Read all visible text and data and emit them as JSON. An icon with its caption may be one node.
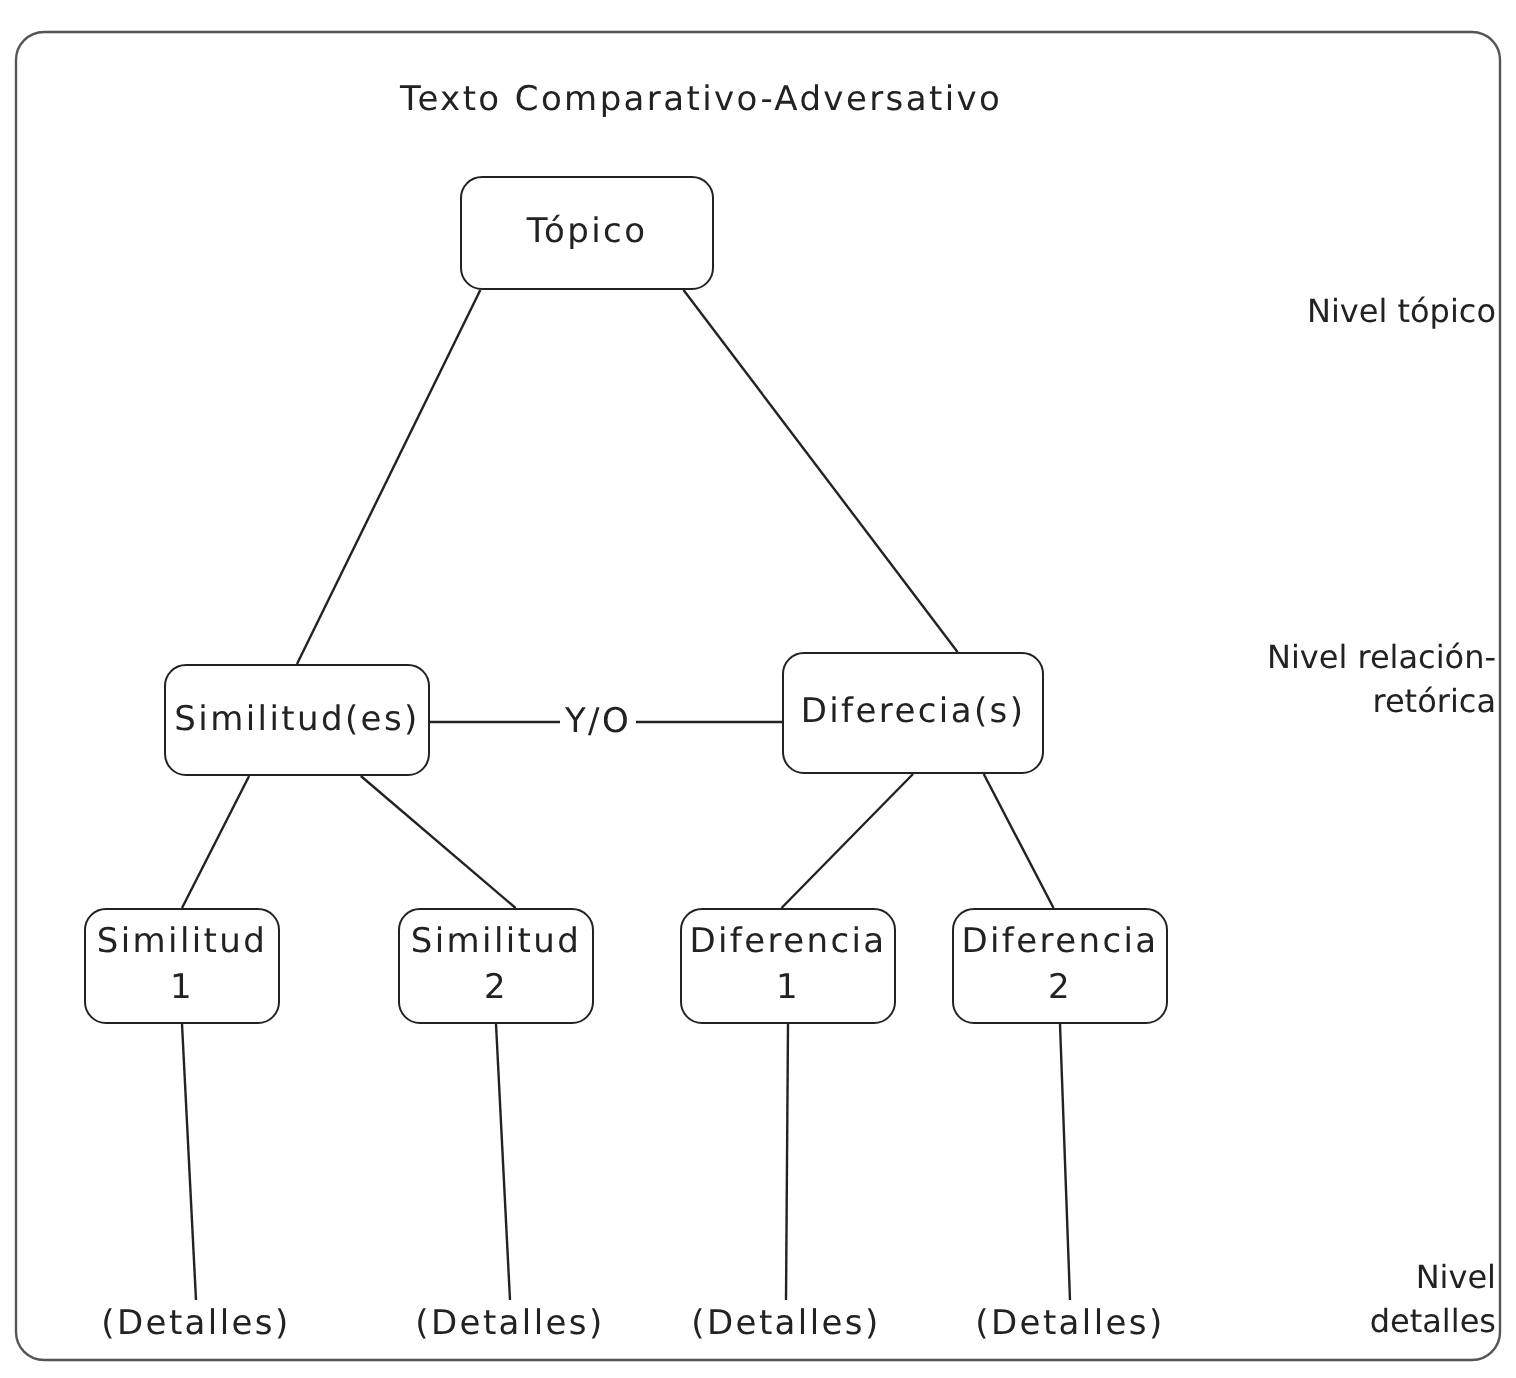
{
  "diagram": {
    "title": "Texto Comparativo-Adversativo",
    "nodes": [
      {
        "text": [
          "Tópico"
        ]
      },
      {
        "text": [
          "Similitud(es)"
        ]
      },
      {
        "text": [
          "Y/O"
        ]
      },
      {
        "text": [
          "Diferecia(s)"
        ]
      },
      {
        "text": [
          "Similitud 1"
        ]
      },
      {
        "text": [
          "Similitud 2"
        ]
      },
      {
        "text": [
          "Diferencia 1"
        ]
      },
      {
        "text": [
          "Diferencia 2"
        ]
      },
      {
        "text": [
          "(Detalles)"
        ]
      },
      {
        "text": [
          "(Detalles)"
        ]
      },
      {
        "text": [
          "(Detalles)"
        ]
      },
      {
        "text": [
          "(Detalles)"
        ]
      }
    ],
    "edges": [
      {
        "from": 0,
        "to": 1,
        "arrow": "none"
      },
      {
        "from": 0,
        "to": 3,
        "arrow": "none"
      },
      {
        "from": 1,
        "to": 2,
        "arrow": "none"
      },
      {
        "from": 2,
        "to": 3,
        "arrow": "none"
      },
      {
        "from": 1,
        "to": 4,
        "arrow": "none"
      },
      {
        "from": 1,
        "to": 5,
        "arrow": "none"
      },
      {
        "from": 3,
        "to": 6,
        "arrow": "none"
      },
      {
        "from": 3,
        "to": 7,
        "arrow": "none"
      },
      {
        "from": 4,
        "to": 8,
        "arrow": "none"
      },
      {
        "from": 5,
        "to": 9,
        "arrow": "none"
      },
      {
        "from": 6,
        "to": 10,
        "arrow": "none"
      },
      {
        "from": 7,
        "to": 11,
        "arrow": "none"
      }
    ],
    "labels": [
      "Nivel tópico",
      "Nivel relación-retórica",
      "Nivel detalles"
    ]
  }
}
